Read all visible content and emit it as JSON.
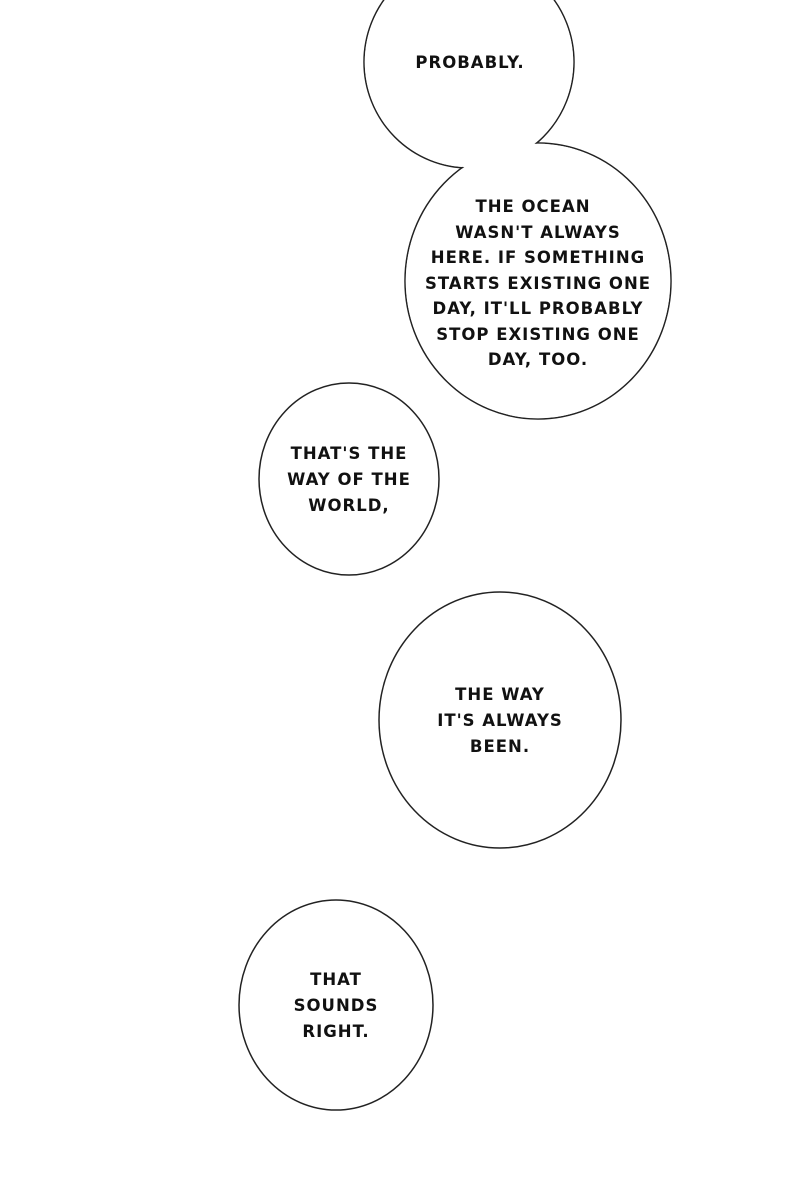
{
  "bubbles": [
    {
      "lines": [
        "PROBABLY."
      ]
    },
    {
      "lines": [
        "THE OCEAN",
        "WASN'T ALWAYS",
        "HERE. IF SOMETHING",
        "STARTS EXISTING ONE",
        "DAY, IT'LL PROBABLY",
        "STOP EXISTING ONE",
        "DAY, TOO."
      ]
    },
    {
      "lines": [
        "THAT'S THE",
        "WAY OF THE",
        "WORLD,"
      ]
    },
    {
      "lines": [
        "THE WAY",
        "IT'S ALWAYS",
        "BEEN."
      ]
    },
    {
      "lines": [
        "THAT",
        "SOUNDS",
        "RIGHT."
      ]
    }
  ]
}
